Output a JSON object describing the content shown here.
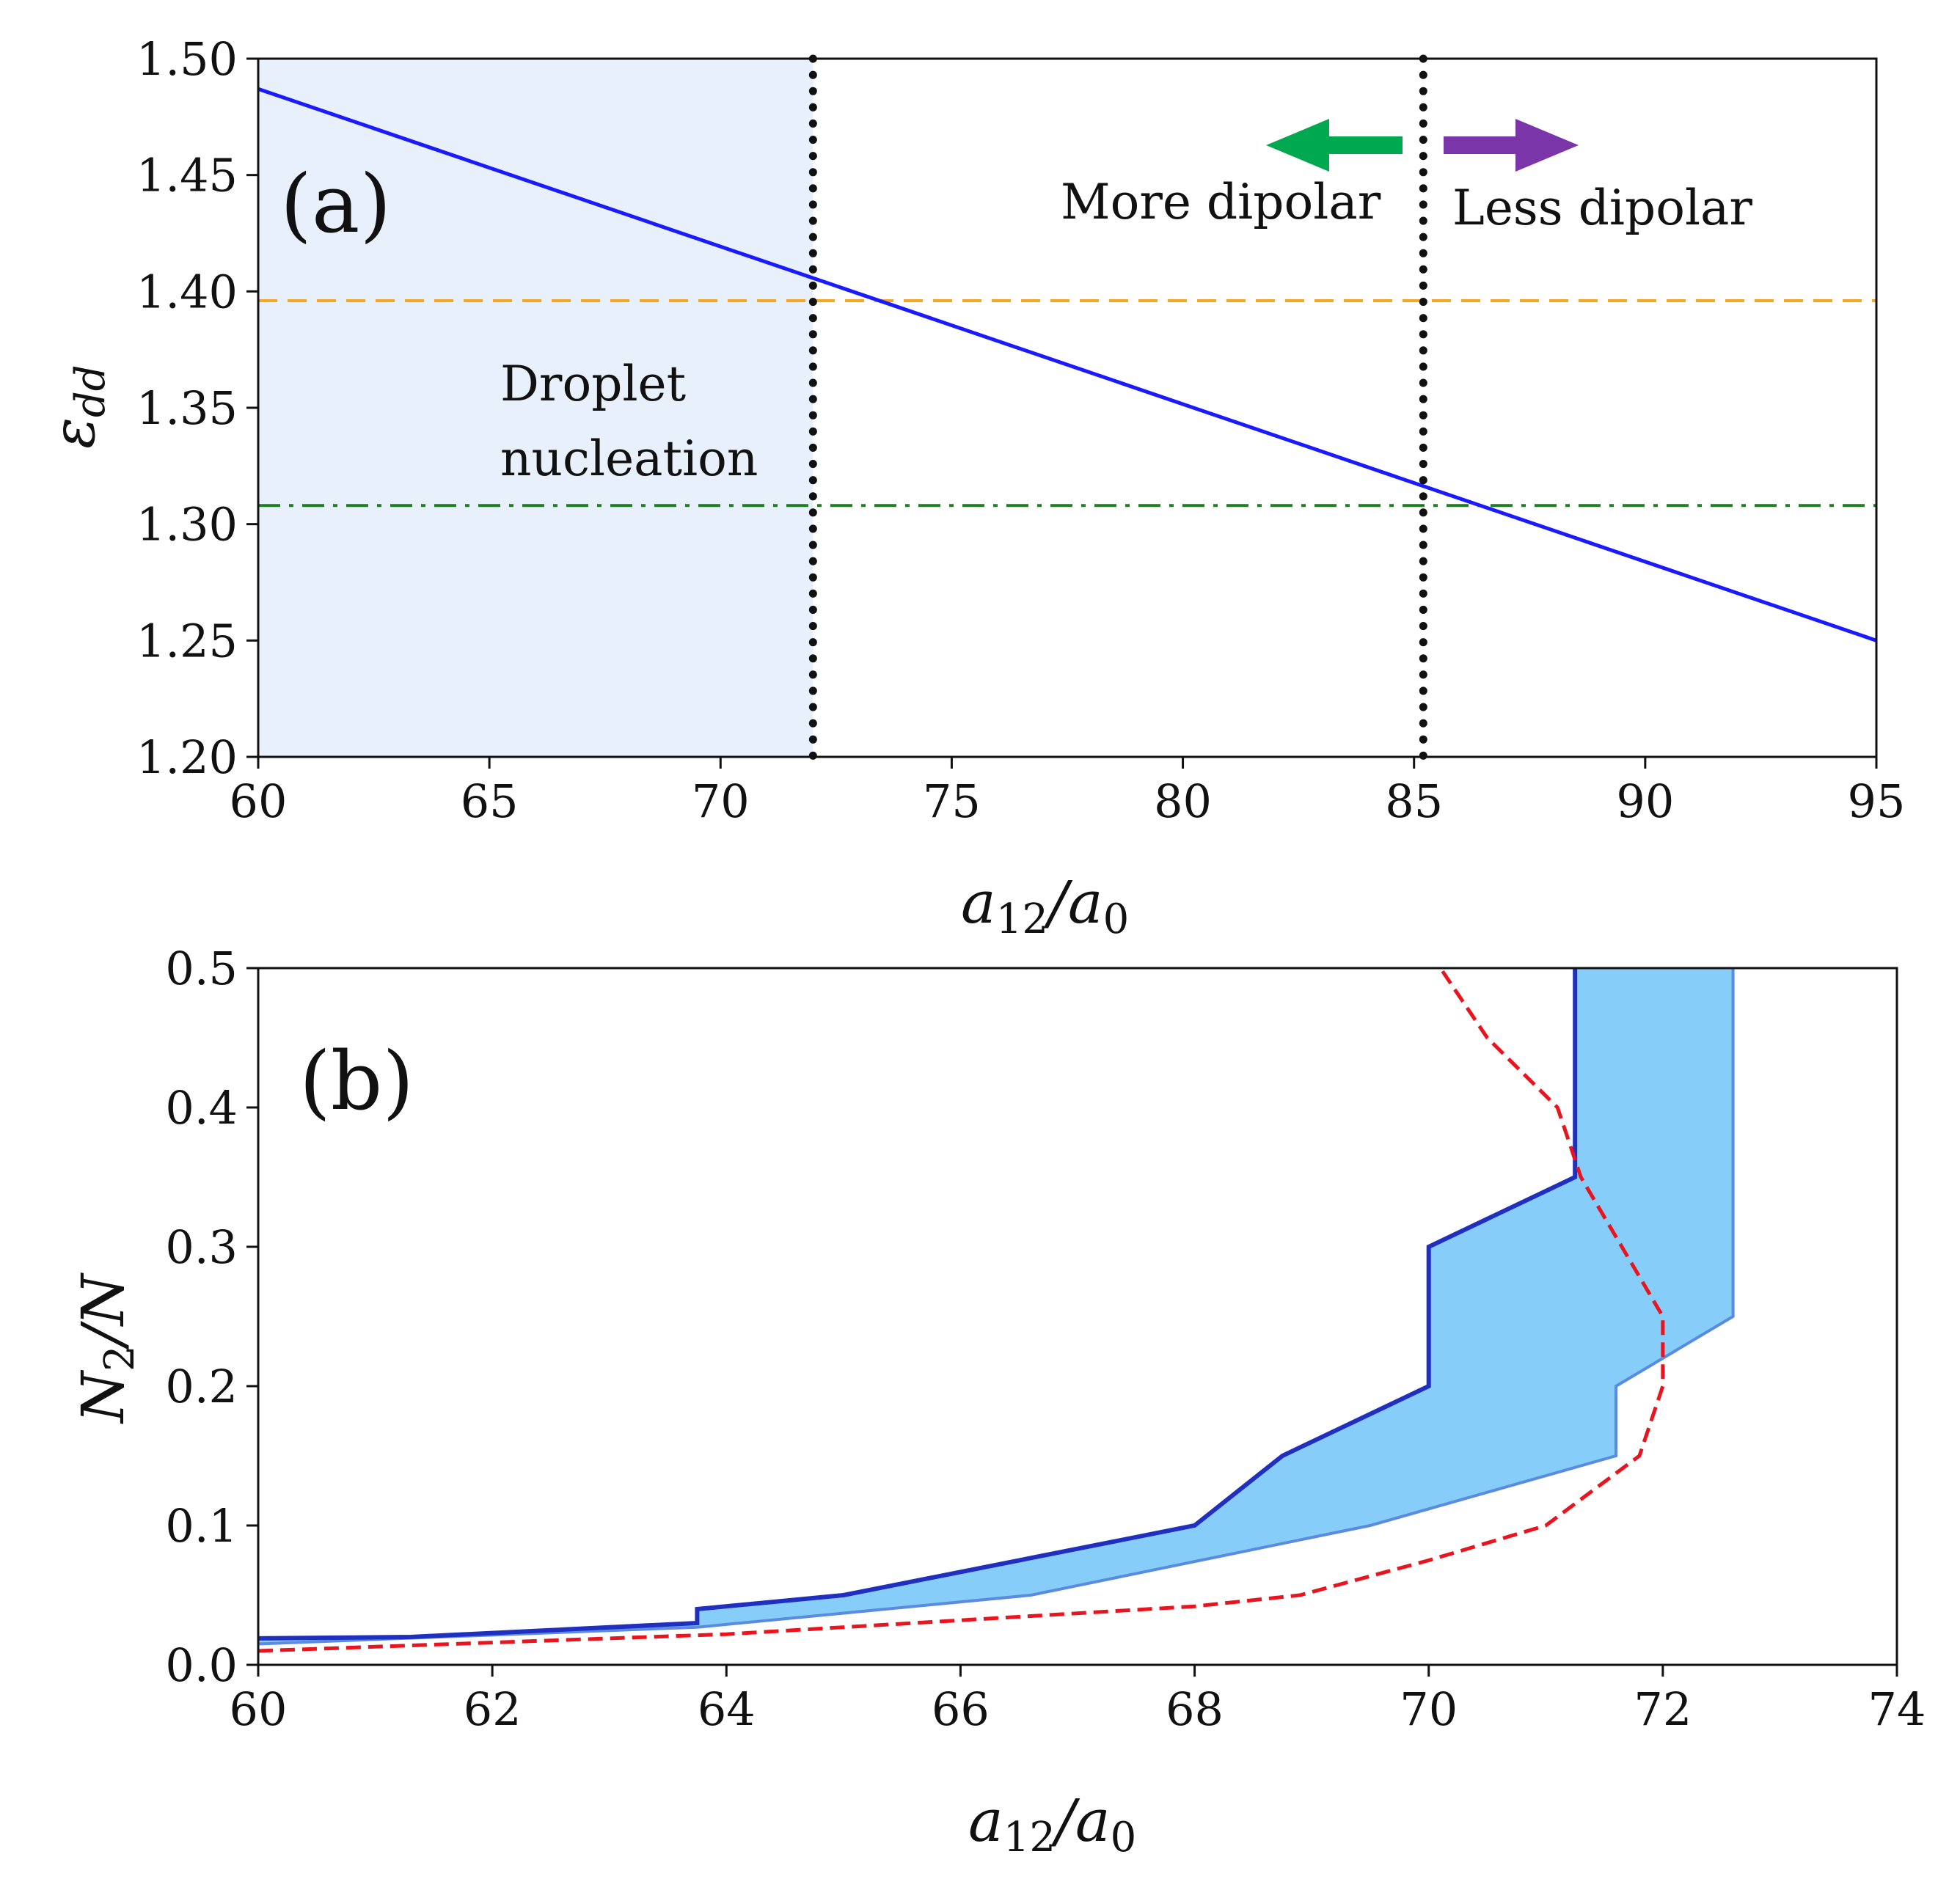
{
  "chart_data": [
    {
      "type": "line",
      "panel_label": "(a)",
      "xlabel": "a12/a0",
      "xlabel_parts": {
        "base": "a",
        "sub": "12",
        "rest": "/a",
        "sub2": "0"
      },
      "ylabel": "εdd",
      "ylabel_parts": {
        "base": "ε",
        "sub": "dd"
      },
      "xlim": [
        60,
        95
      ],
      "ylim": [
        1.2,
        1.5
      ],
      "xticks": [
        60,
        65,
        70,
        75,
        80,
        85,
        90,
        95
      ],
      "yticks": [
        "1.20",
        "1.25",
        "1.30",
        "1.35",
        "1.40",
        "1.45",
        "1.50"
      ],
      "grid": false,
      "series": [
        {
          "style": "solid",
          "color": "#1a1aff",
          "x": [
            60,
            95
          ],
          "y": [
            1.487,
            1.25
          ]
        }
      ],
      "hlines": [
        {
          "y": 1.396,
          "style": "dashed",
          "color": "#f5a623"
        },
        {
          "y": 1.308,
          "style": "dashdot",
          "color": "#1e7d1e"
        }
      ],
      "vlines": [
        {
          "x": 72.0,
          "style": "dotted",
          "color": "#111111"
        },
        {
          "x": 85.2,
          "style": "dotted",
          "color": "#111111"
        }
      ],
      "shaded_region": {
        "x": [
          60,
          72.0
        ],
        "color": "#e8f1fb"
      },
      "annotations": [
        {
          "text_line1": "Droplet",
          "text_line2": "nucleation",
          "color": "#102a6b"
        },
        {
          "text": "More dipolar",
          "color": "#00a850",
          "arrow": "left"
        },
        {
          "text": "Less dipolar",
          "color": "#7a35a8",
          "arrow": "right"
        }
      ]
    },
    {
      "type": "area",
      "panel_label": "(b)",
      "xlabel": "a12/a0",
      "xlabel_parts": {
        "base": "a",
        "sub": "12",
        "rest": "/a",
        "sub2": "0"
      },
      "ylabel": "N2/N",
      "ylabel_parts": {
        "base": "N",
        "sub": "2",
        "rest": "/N"
      },
      "xlim": [
        60,
        74
      ],
      "ylim": [
        0.0,
        0.5
      ],
      "xticks": [
        60,
        62,
        64,
        66,
        68,
        70,
        72,
        74
      ],
      "yticks": [
        "0.0",
        "0.1",
        "0.2",
        "0.3",
        "0.4",
        "0.5"
      ],
      "grid": false,
      "band": {
        "color": "#87cdfa",
        "upper": {
          "color": "#1f2fbf",
          "points": [
            [
              60,
              0.019
            ],
            [
              61.3,
              0.02
            ],
            [
              63.75,
              0.03
            ],
            [
              63.75,
              0.04
            ],
            [
              65,
              0.05
            ],
            [
              68,
              0.1
            ],
            [
              68.75,
              0.15
            ],
            [
              70,
              0.2
            ],
            [
              70,
              0.3
            ],
            [
              71.25,
              0.35
            ],
            [
              71.25,
              0.5
            ]
          ]
        },
        "lower": {
          "color": "#5a8be0",
          "points": [
            [
              60,
              0.015
            ],
            [
              63.75,
              0.027
            ],
            [
              66.6,
              0.05
            ],
            [
              69.5,
              0.1
            ],
            [
              71.6,
              0.15
            ],
            [
              71.6,
              0.2
            ],
            [
              72.6,
              0.25
            ],
            [
              72.6,
              0.5
            ]
          ]
        }
      },
      "series": [
        {
          "style": "dashed",
          "color": "#e8141e",
          "points": [
            [
              60,
              0.01
            ],
            [
              62,
              0.016
            ],
            [
              64,
              0.022
            ],
            [
              66,
              0.032
            ],
            [
              68,
              0.042
            ],
            [
              68.9,
              0.05
            ],
            [
              70,
              0.075
            ],
            [
              71,
              0.1
            ],
            [
              71.8,
              0.15
            ],
            [
              72,
              0.2
            ],
            [
              72,
              0.25
            ],
            [
              71.3,
              0.35
            ],
            [
              71.1,
              0.4
            ],
            [
              70.5,
              0.45
            ],
            [
              70.1,
              0.5
            ]
          ]
        }
      ]
    }
  ]
}
